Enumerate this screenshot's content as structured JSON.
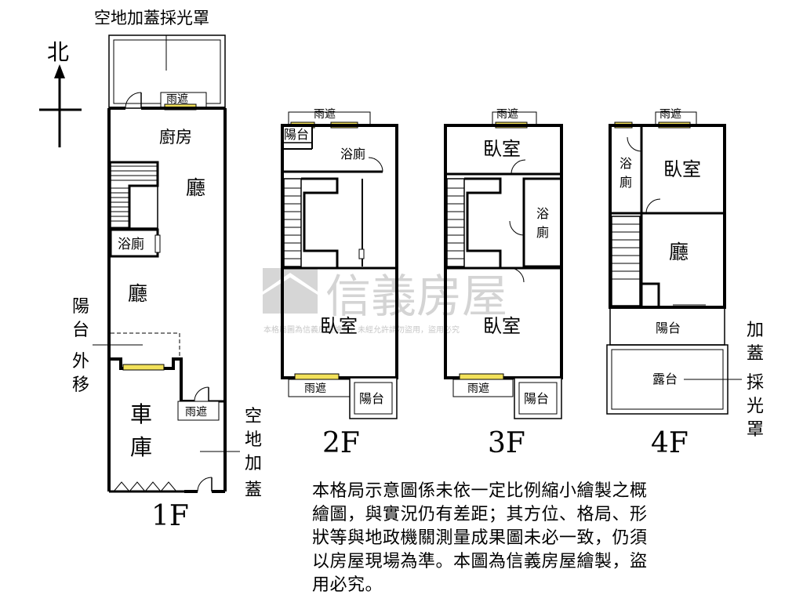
{
  "compass": {
    "north_label": "北"
  },
  "labels": {
    "skylight_cover_top": "空地加蓋採光罩",
    "awning": "雨遮",
    "kitchen": "廚房",
    "hall": "廳",
    "bathroom": "浴廁",
    "balcony_shift": [
      "陽",
      "台",
      "外",
      "移"
    ],
    "garage": [
      "車",
      "庫"
    ],
    "vacant_land_cover": [
      "空",
      "地",
      "加",
      "蓋"
    ],
    "balcony": "陽台",
    "bedroom": "臥室",
    "bath_vertical_3f": [
      "浴",
      "廁"
    ],
    "bath_vertical_4f": [
      "浴",
      "廁"
    ],
    "terrace": "露台",
    "skylight_cover_4f": [
      "加",
      "蓋",
      "採",
      "光",
      "罩"
    ]
  },
  "floors": {
    "f1": "1F",
    "f2": "2F",
    "f3": "3F",
    "f4": "4F"
  },
  "watermark": {
    "brand": "信義房屋",
    "small": "本格局圖為信義房屋繪製，未經允許請勿盜用，盜用必究"
  },
  "disclaimer": [
    "本格局示意圖係未依一定比例縮小繪製之概",
    "繪圖，與實況仍有差距；其方位、格局、形",
    "狀等與地政機關測量成果圖未必一致，仍須",
    "以房屋現場為準。本圖為信義房屋繪製，盜",
    "用必究。"
  ],
  "colors": {
    "line": "#000000",
    "window_fill": "#f2e15a",
    "watermark": "#c9c9c9"
  }
}
